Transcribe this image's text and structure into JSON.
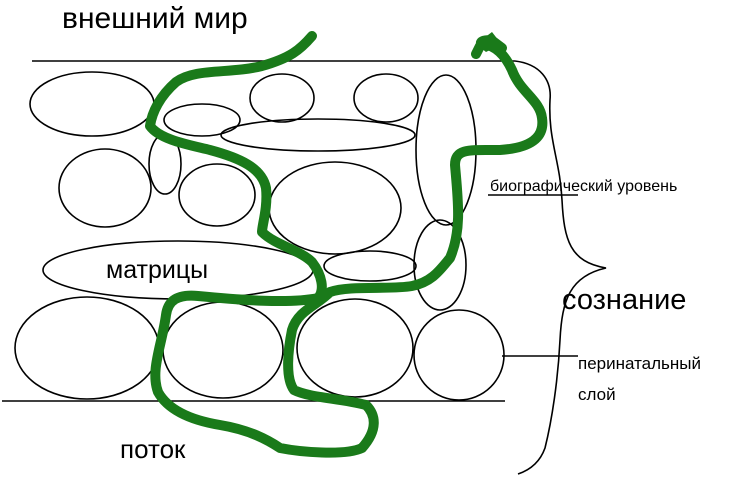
{
  "labels": {
    "outer_world": "внешний мир",
    "matrices": "матрицы",
    "flow": "поток",
    "biographical_level": "биографический уровень",
    "consciousness": "сознание",
    "perinatal_layer_line1": "перинатальный",
    "perinatal_layer_line2": "слой"
  },
  "colors": {
    "stroke": "#000000",
    "flow_path": "#1a7a1a",
    "background": "#ffffff"
  }
}
